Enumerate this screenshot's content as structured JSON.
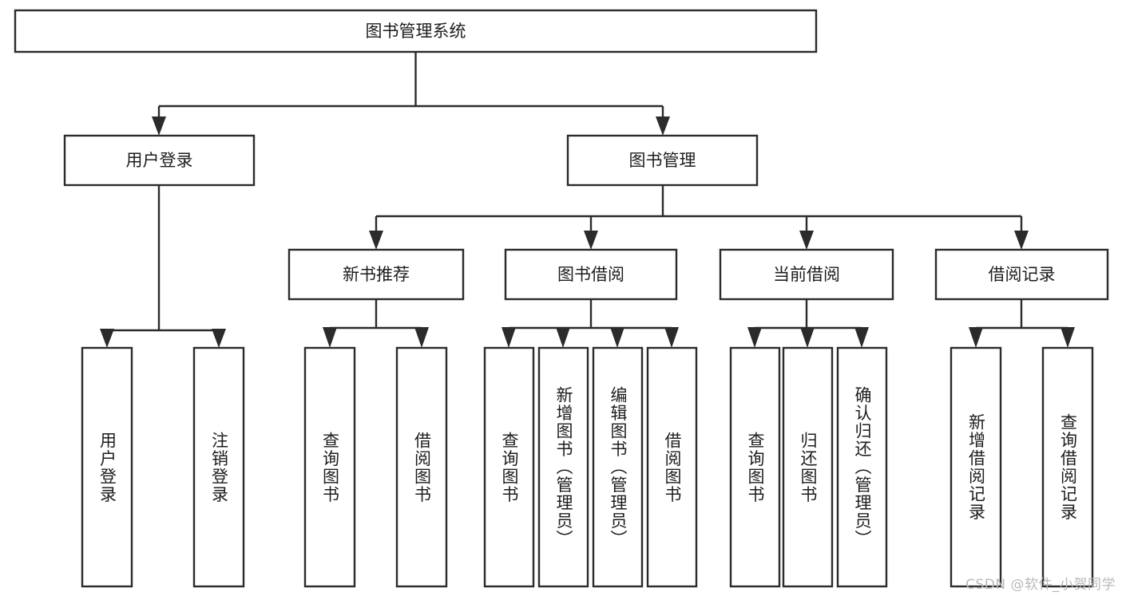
{
  "diagram": {
    "title": "图书管理系统",
    "type": "tree-hierarchy-diagram",
    "watermark": "CSDN @软件_小贺同学",
    "colors": {
      "background": "#ffffff",
      "stroke": "#2b2b2b",
      "box_fill": "#ffffff",
      "text": "#1d1d1d",
      "watermark": "#b9b9b9"
    },
    "root": {
      "label": "图书管理系统"
    },
    "level2": [
      {
        "label": "用户登录"
      },
      {
        "label": "图书管理"
      }
    ],
    "level3": [
      {
        "label": "新书推荐"
      },
      {
        "label": "图书借阅"
      },
      {
        "label": "当前借阅"
      },
      {
        "label": "借阅记录"
      }
    ],
    "leaves": {
      "user_login": [
        {
          "label": "用户登录"
        },
        {
          "label": "注销登录"
        }
      ],
      "new_book_recommend": [
        {
          "label": "查询图书"
        },
        {
          "label": "借阅图书"
        }
      ],
      "book_borrow": [
        {
          "label": "查询图书"
        },
        {
          "label": "新增图书（管理员）"
        },
        {
          "label": "编辑图书（管理员）"
        },
        {
          "label": "借阅图书"
        }
      ],
      "current_borrow": [
        {
          "label": "查询图书"
        },
        {
          "label": "归还图书"
        },
        {
          "label": "确认归还（管理员）"
        }
      ],
      "borrow_record": [
        {
          "label": "新增借阅记录"
        },
        {
          "label": "查询借阅记录"
        }
      ]
    }
  }
}
